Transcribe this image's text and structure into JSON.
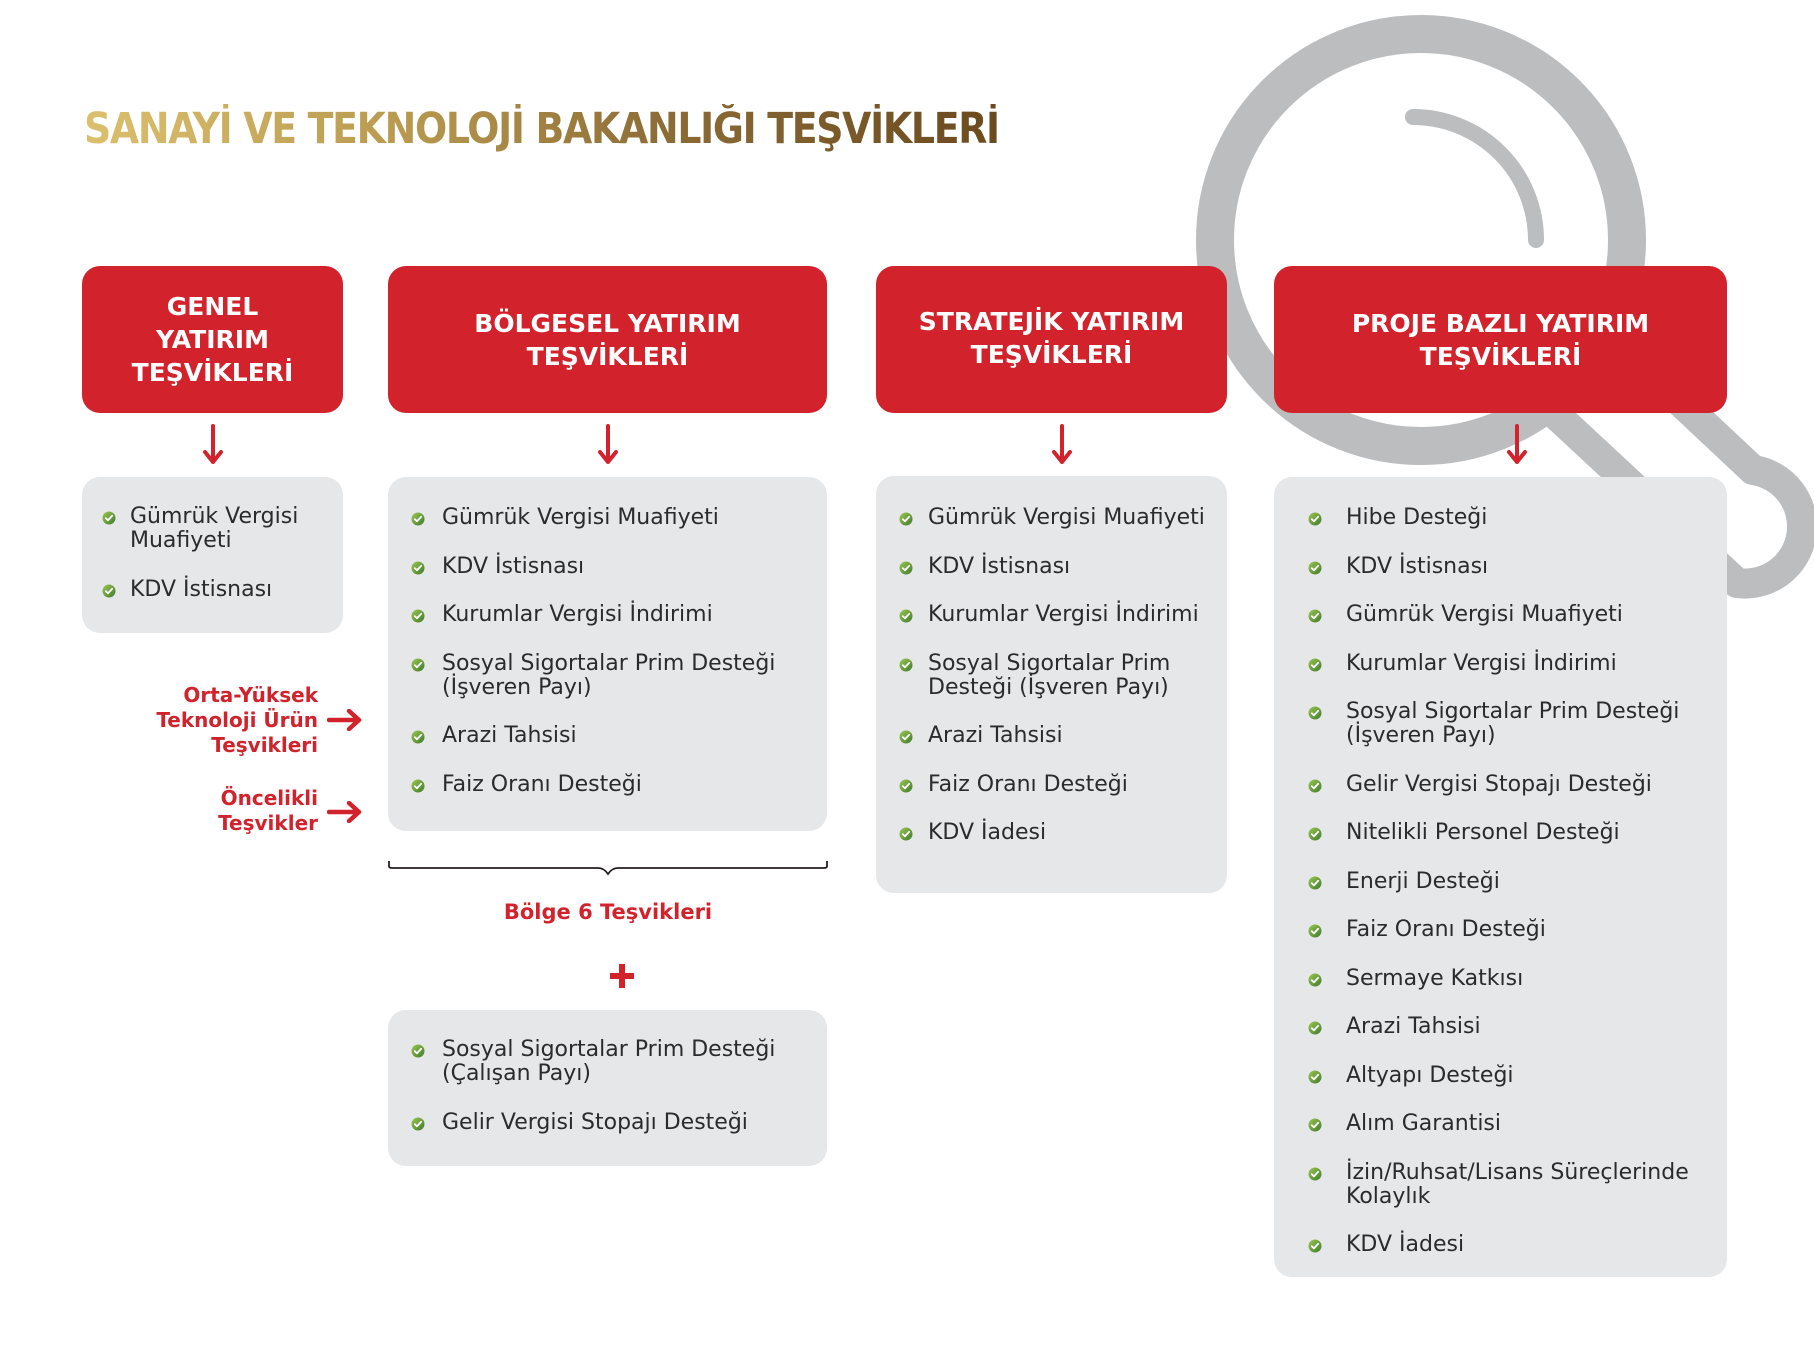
{
  "title": "SANAYİ VE TEKNOLOJİ BAKANLIĞI TEŞVİKLERİ",
  "colors": {
    "accent_red": "#d2232c",
    "panel_gray": "#e6e7e9",
    "magnifier_gray": "#bcbdbf",
    "bullet_green": "#7ab648",
    "title_gradient_start": "#dcc06e",
    "title_gradient_end": "#6b4a1f"
  },
  "background_icon": "magnifier-icon",
  "columns": [
    {
      "id": "genel",
      "header_lines": [
        "GENEL",
        "YATIRIM",
        "TEŞVİKLERİ"
      ],
      "items": [
        [
          "Gümrük Vergisi",
          "Muafiyeti"
        ],
        [
          "KDV İstisnası"
        ]
      ]
    },
    {
      "id": "bolgesel",
      "header_lines": [
        "BÖLGESEL YATIRIM",
        "TEŞVİKLERİ"
      ],
      "items": [
        [
          "Gümrük Vergisi Muafiyeti"
        ],
        [
          "KDV İstisnası"
        ],
        [
          "Kurumlar Vergisi İndirimi"
        ],
        [
          "Sosyal Sigortalar Prim Desteği",
          "(İşveren Payı)"
        ],
        [
          "Arazi Tahsisi"
        ],
        [
          "Faiz Oranı Desteği"
        ]
      ],
      "side_labels": [
        {
          "lines": [
            "Orta-Yüksek",
            "Teknoloji Ürün",
            "Teşvikleri"
          ]
        },
        {
          "lines": [
            "Öncelikli",
            "Teşvikler"
          ]
        }
      ],
      "bracket_label": "Bölge 6 Teşvikleri",
      "plus_symbol": "+",
      "extra_items": [
        [
          "Sosyal Sigortalar Prim Desteği",
          "(Çalışan Payı)"
        ],
        [
          "Gelir Vergisi Stopajı Desteği"
        ]
      ]
    },
    {
      "id": "stratejik",
      "header_lines": [
        "STRATEJİK YATIRIM",
        "TEŞVİKLERİ"
      ],
      "items": [
        [
          "Gümrük Vergisi Muafiyeti"
        ],
        [
          "KDV İstisnası"
        ],
        [
          "Kurumlar Vergisi İndirimi"
        ],
        [
          "Sosyal Sigortalar Prim",
          "Desteği (İşveren Payı)"
        ],
        [
          "Arazi Tahsisi"
        ],
        [
          "Faiz Oranı Desteği"
        ],
        [
          "KDV İadesi"
        ]
      ]
    },
    {
      "id": "proje",
      "header_lines": [
        "PROJE BAZLI YATIRIM",
        "TEŞVİKLERİ"
      ],
      "items": [
        [
          "Hibe Desteği"
        ],
        [
          "KDV İstisnası"
        ],
        [
          "Gümrük Vergisi Muafiyeti"
        ],
        [
          "Kurumlar Vergisi İndirimi"
        ],
        [
          "Sosyal Sigortalar Prim Desteği",
          "(İşveren Payı)"
        ],
        [
          "Gelir Vergisi Stopajı Desteği"
        ],
        [
          "Nitelikli Personel Desteği"
        ],
        [
          "Enerji Desteği"
        ],
        [
          "Faiz Oranı Desteği"
        ],
        [
          "Sermaye Katkısı"
        ],
        [
          "Arazi Tahsisi"
        ],
        [
          "Altyapı Desteği"
        ],
        [
          "Alım Garantisi"
        ],
        [
          "İzin/Ruhsat/Lisans Süreçlerinde",
          "Kolaylık"
        ],
        [
          "KDV İadesi"
        ]
      ]
    }
  ]
}
